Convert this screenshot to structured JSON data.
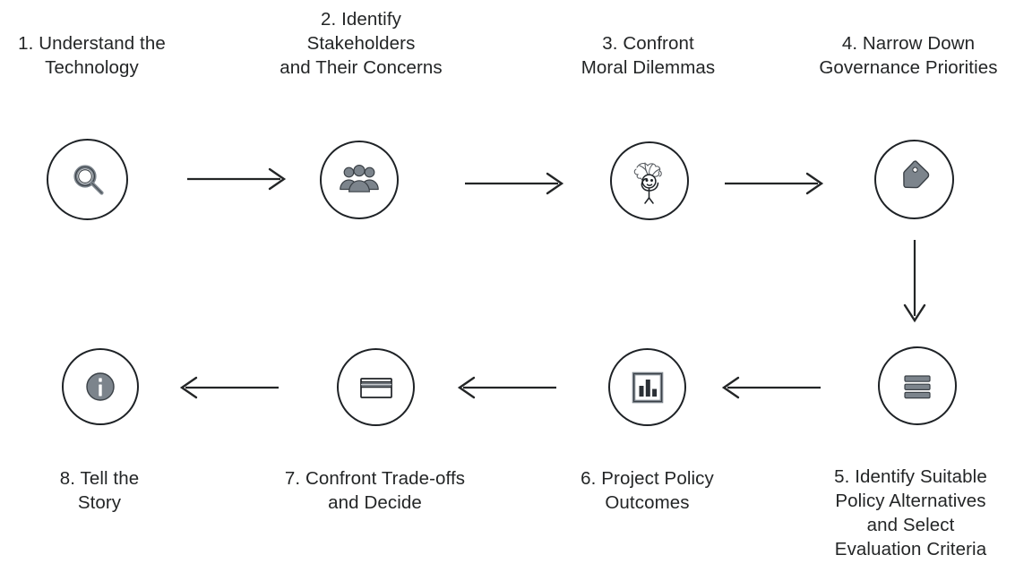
{
  "diagram": {
    "title": "Eight-step technology policy analysis process",
    "background_color": "#ffffff",
    "text_color": "#232526",
    "stroke_color": "#1e2226",
    "icon_fill_color": "#7c848c",
    "icon_stroke_color": "#3a4046"
  },
  "nodes": [
    {
      "id": "step1",
      "label": "1. Understand the\nTechnology",
      "icon": "magnifier-icon",
      "label_position": "above"
    },
    {
      "id": "step2",
      "label": "2. Identify\nStakeholders\nand Their Concerns",
      "icon": "people-group-icon",
      "label_position": "above"
    },
    {
      "id": "step3",
      "label": "3. Confront\nMoral Dilemmas",
      "icon": "confused-person-icon",
      "label_position": "above"
    },
    {
      "id": "step4",
      "label": "4. Narrow Down\nGovernance Priorities",
      "icon": "tag-icon",
      "label_position": "above"
    },
    {
      "id": "step5",
      "label": "5. Identify Suitable\nPolicy Alternatives\nand Select\nEvaluation Criteria",
      "icon": "list-bars-icon",
      "label_position": "below"
    },
    {
      "id": "step6",
      "label": "6. Project Policy\nOutcomes",
      "icon": "bar-chart-icon",
      "label_position": "below"
    },
    {
      "id": "step7",
      "label": "7. Confront Trade-offs\nand Decide",
      "icon": "card-icon",
      "label_position": "below"
    },
    {
      "id": "step8",
      "label": "8. Tell the\nStory",
      "icon": "info-icon",
      "label_position": "below"
    }
  ],
  "connectors": [
    {
      "id": "arrow-1-2",
      "from": "step1",
      "to": "step2",
      "direction": "right"
    },
    {
      "id": "arrow-2-3",
      "from": "step2",
      "to": "step3",
      "direction": "right"
    },
    {
      "id": "arrow-3-4",
      "from": "step3",
      "to": "step4",
      "direction": "right"
    },
    {
      "id": "arrow-4-5",
      "from": "step4",
      "to": "step5",
      "direction": "down"
    },
    {
      "id": "arrow-5-6",
      "from": "step5",
      "to": "step6",
      "direction": "left"
    },
    {
      "id": "arrow-6-7",
      "from": "step6",
      "to": "step7",
      "direction": "left"
    },
    {
      "id": "arrow-7-8",
      "from": "step7",
      "to": "step8",
      "direction": "left"
    }
  ]
}
